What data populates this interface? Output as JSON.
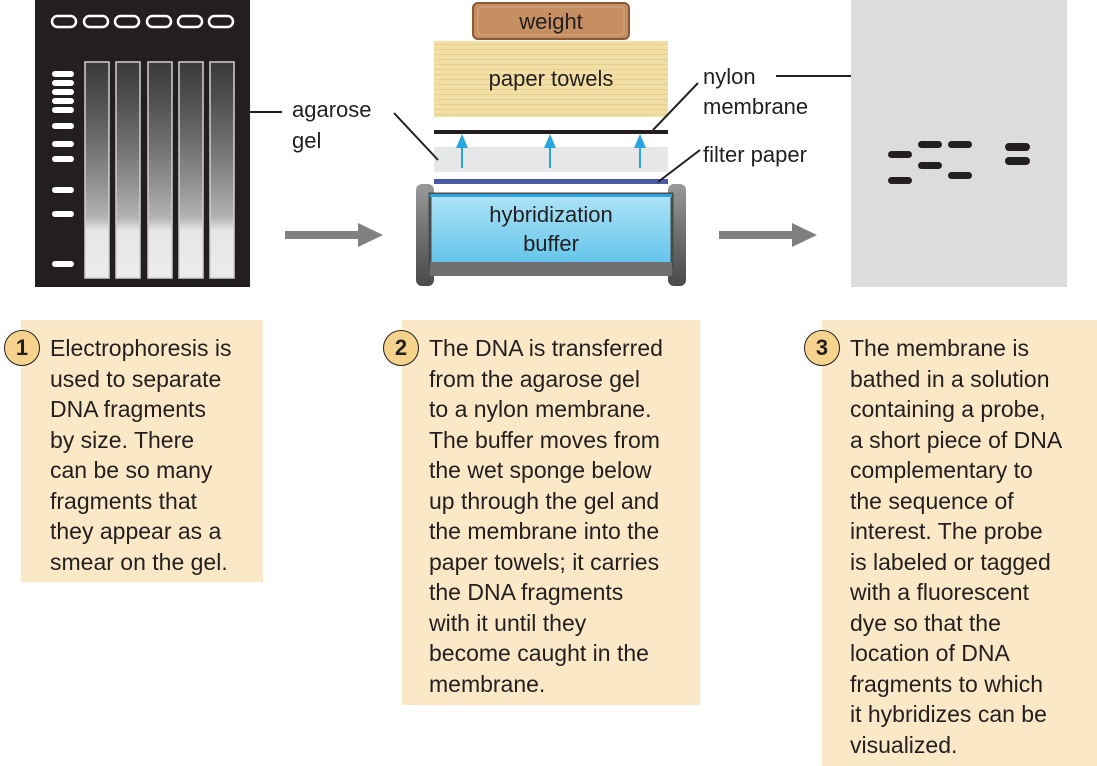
{
  "labels": {
    "weight": "weight",
    "paper_towels": "paper towels",
    "agarose_gel": [
      "agarose",
      "gel"
    ],
    "nylon_membrane": [
      "nylon",
      "membrane"
    ],
    "filter_paper": "filter paper",
    "hybridization_buffer": [
      "hybridization",
      "buffer"
    ]
  },
  "steps": [
    {
      "number": "1",
      "lines": [
        "Electrophoresis is",
        "used to separate",
        "DNA fragments",
        "by size. There",
        "can be so many",
        "fragments that",
        "they appear as a",
        "smear on the gel."
      ]
    },
    {
      "number": "2",
      "lines": [
        "The DNA is transferred",
        "from the agarose gel",
        "to a nylon membrane.",
        "The buffer moves from",
        "the wet sponge below",
        "up through the gel and",
        "the membrane into the",
        "paper towels; it carries",
        "the DNA fragments",
        "with it until they",
        "become caught in the",
        "membrane."
      ]
    },
    {
      "number": "3",
      "lines": [
        "The membrane is",
        "bathed in a solution",
        "containing a probe,",
        "a short piece of DNA",
        "complementary to",
        "the sequence of",
        "interest. The probe",
        "is labeled or tagged",
        "with a fluorescent",
        "dye so that the",
        "location of DNA",
        "fragments to which",
        "it hybridizes can be",
        "visualized."
      ]
    }
  ],
  "colors": {
    "text_box": "#fae8c6",
    "badge": "#f6d38c",
    "gel_background": "#231f20",
    "membrane_background": "#dcdcdd",
    "buffer_fill": "#7fd0ef",
    "arrow_blue": "#2aa5e0",
    "arrow_gray": "#808080",
    "paper_towels": "#f2dfa6",
    "weight": "#c58f62"
  }
}
